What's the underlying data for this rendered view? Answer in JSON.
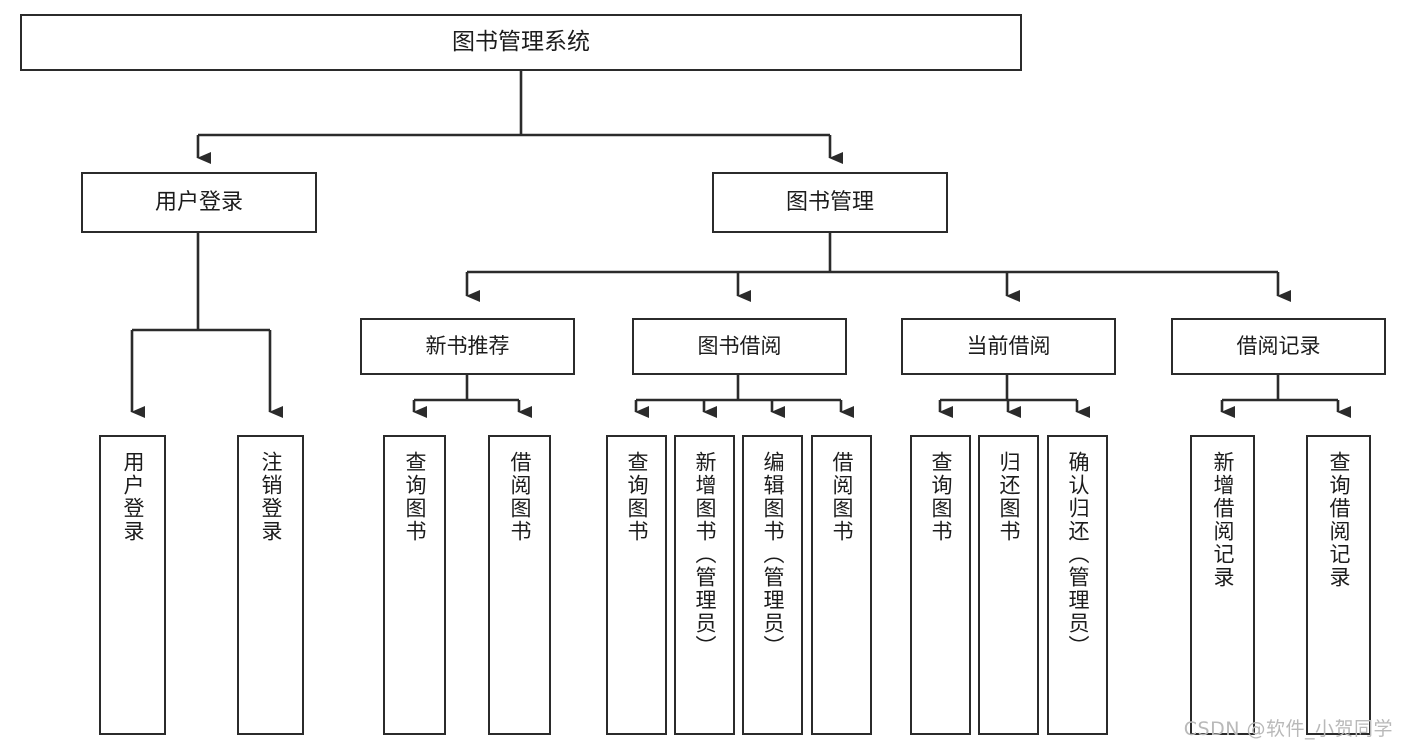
{
  "diagram": {
    "type": "tree-hierarchy",
    "title": "图书管理系统",
    "orientation": "top-down",
    "colors": {
      "background": "#ffffff",
      "box_border": "#2b2b2b",
      "box_fill": "#ffffff",
      "text": "#1c1c1c",
      "connector": "#2b2b2b",
      "watermark": "#b9b9b9"
    },
    "root": {
      "label": "图书管理系统"
    },
    "level1": [
      {
        "label": "用户登录"
      },
      {
        "label": "图书管理"
      }
    ],
    "level2": [
      {
        "label": "新书推荐"
      },
      {
        "label": "图书借阅"
      },
      {
        "label": "当前借阅"
      },
      {
        "label": "借阅记录"
      }
    ],
    "leaves": {
      "user_login": [
        {
          "label": "用户登录"
        },
        {
          "label": "注销登录"
        }
      ],
      "new_book_recommend": [
        {
          "label": "查询图书"
        },
        {
          "label": "借阅图书"
        }
      ],
      "book_borrow": [
        {
          "label": "查询图书"
        },
        {
          "label": "新增图书（管理员）"
        },
        {
          "label": "编辑图书（管理员）"
        },
        {
          "label": "借阅图书"
        }
      ],
      "current_borrow": [
        {
          "label": "查询图书"
        },
        {
          "label": "归还图书"
        },
        {
          "label": "确认归还（管理员）"
        }
      ],
      "borrow_record": [
        {
          "label": "新增借阅记录"
        },
        {
          "label": "查询借阅记录"
        }
      ]
    }
  },
  "watermark": {
    "text": "CSDN @软件_小贺同学"
  }
}
